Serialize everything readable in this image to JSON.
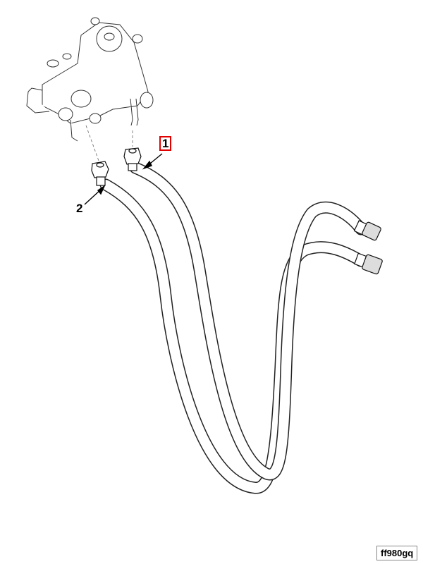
{
  "callouts": [
    {
      "number": "1",
      "highlighted": true,
      "highlight_color": "#e00000"
    },
    {
      "number": "2",
      "highlighted": false
    }
  ],
  "figure_id": "ff980gq"
}
